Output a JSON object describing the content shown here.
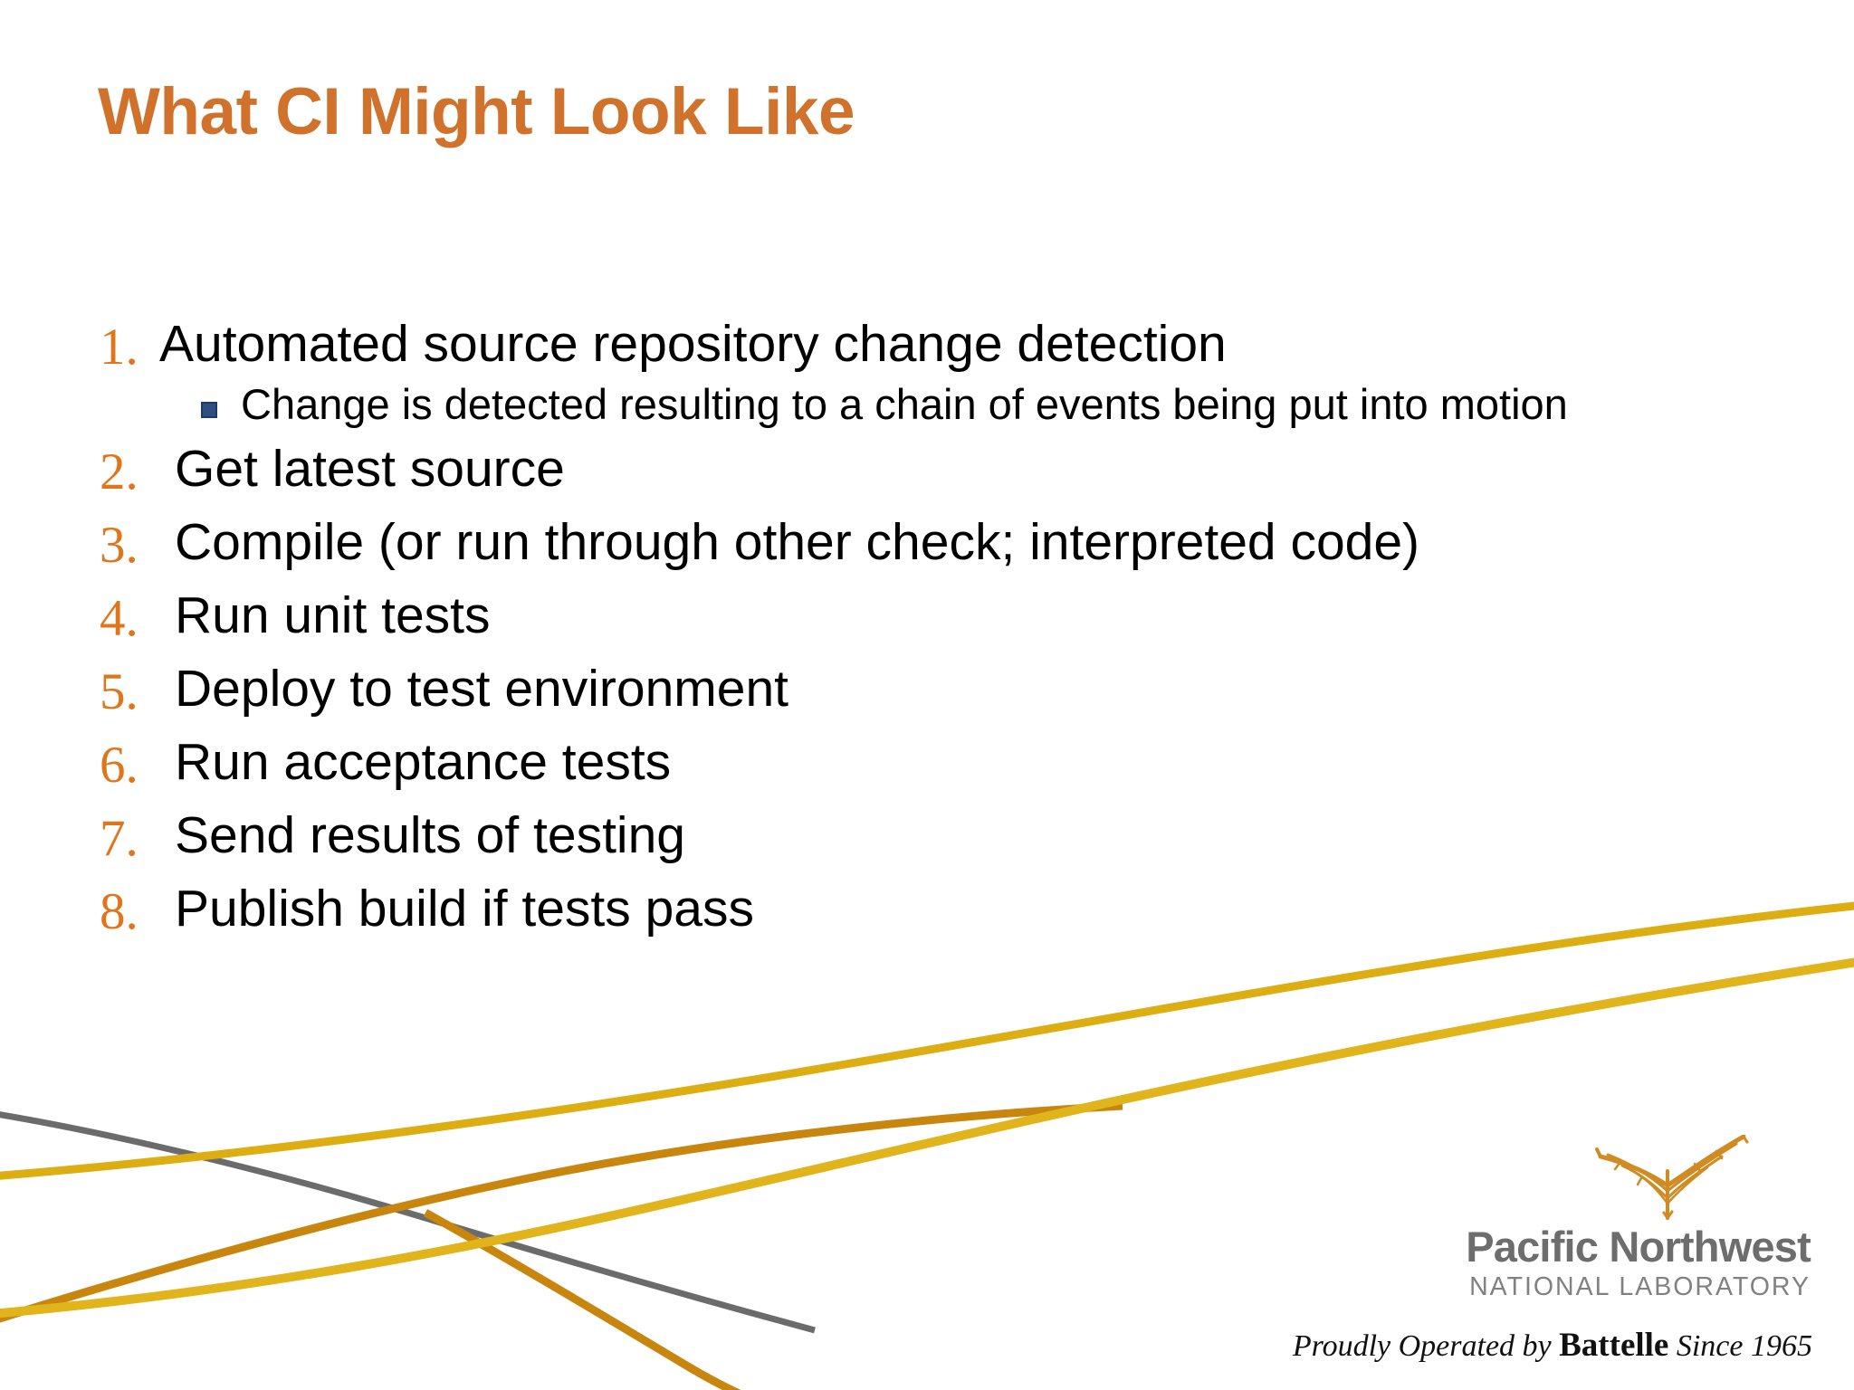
{
  "slide": {
    "title": "What CI Might Look Like",
    "background_color": "#FFFFFF",
    "accent_color": "#D0722B",
    "number_color": "#E0761B",
    "text_color": "#000000"
  },
  "body": {
    "items": [
      {
        "number": "1.",
        "text": "Automated source repository change detection"
      },
      {
        "number": "2.",
        "text": "Get latest source"
      },
      {
        "number": "3.",
        "text": "Compile (or run through other check; interpreted code)"
      },
      {
        "number": "4.",
        "text": "Run unit tests"
      },
      {
        "number": "5.",
        "text": "Deploy to test environment"
      },
      {
        "number": "6.",
        "text": "Run acceptance tests"
      },
      {
        "number": "7.",
        "text": "Send results of testing"
      },
      {
        "number": "8.",
        "text": "Publish build if tests pass"
      }
    ],
    "sub_bullets": [
      {
        "marker": "square-bullet",
        "text": "Change is detected resulting to a chain of events being put into motion"
      }
    ]
  },
  "logo": {
    "mark": "pnnl-bird-mark",
    "wordmark": "Pacific Northwest",
    "sub": "NATIONAL LABORATORY",
    "tagline_prefix": "Proudly Operated by ",
    "tagline_brand": "Battelle",
    "tagline_suffix": " Since 1965",
    "wordmark_color": "#6D6D6D",
    "sub_color": "#818181",
    "mark_color": "#D08B22"
  },
  "decoration": {
    "curves": [
      {
        "name": "gray-curve",
        "color": "#6B6B6B"
      },
      {
        "name": "dark-orange-curve",
        "color": "#C8860E"
      },
      {
        "name": "gold-curve-upper",
        "color": "#DDAE12"
      },
      {
        "name": "gold-curve-lower",
        "color": "#E0B41A"
      }
    ]
  }
}
